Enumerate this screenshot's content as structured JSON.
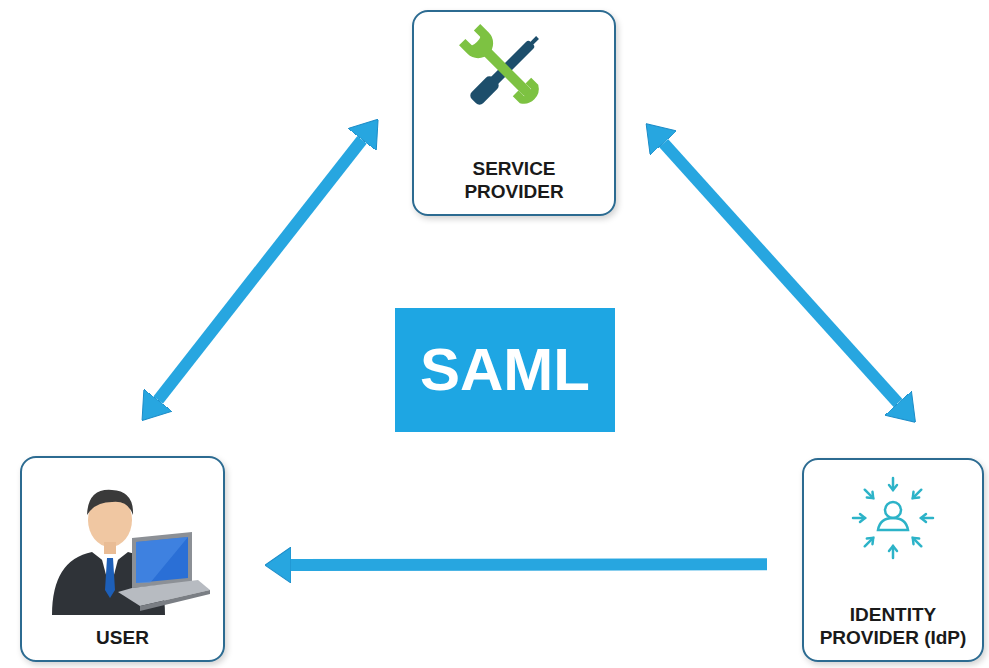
{
  "diagram": {
    "nodes": [
      {
        "text": [
          "SERVICE PROVIDER"
        ]
      },
      {
        "text": [
          "SAML"
        ]
      },
      {
        "text": [
          "USER"
        ]
      },
      {
        "text": [
          "IDENTITY PROVIDER (IdP)"
        ]
      }
    ],
    "edges": [
      {
        "from": 2,
        "to": 0,
        "arrow": "both"
      },
      {
        "from": 0,
        "to": 3,
        "arrow": "both"
      },
      {
        "from": 3,
        "to": 2,
        "arrow": "to"
      }
    ]
  }
}
